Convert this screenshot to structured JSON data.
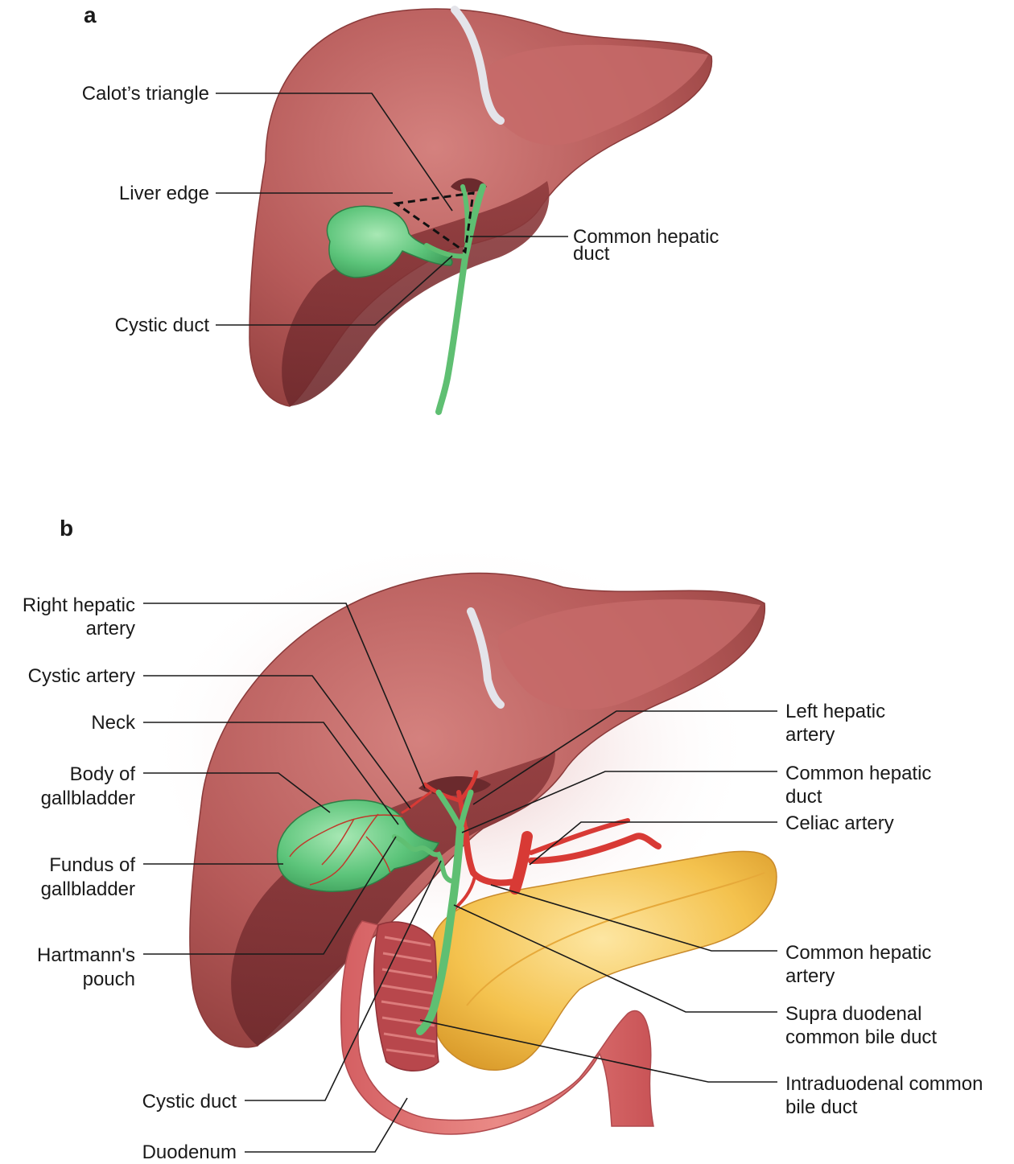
{
  "panels": {
    "a": {
      "letter": "a",
      "labels": {
        "calots_triangle": "Calot’s triangle",
        "liver_edge": "Liver edge",
        "cystic_duct": "Cystic duct",
        "common_hepatic_duct_l1": "Common hepatic",
        "common_hepatic_duct_l2": "duct"
      }
    },
    "b": {
      "letter": "b",
      "labels": {
        "right_hepatic_artery_l1": "Right hepatic",
        "right_hepatic_artery_l2": "artery",
        "cystic_artery": "Cystic artery",
        "neck": "Neck",
        "body_gallbladder_l1": "Body of",
        "body_gallbladder_l2": "gallbladder",
        "fundus_gallbladder_l1": "Fundus of",
        "fundus_gallbladder_l2": "gallbladder",
        "hartmanns_pouch_l1": "Hartmann's",
        "hartmanns_pouch_l2": "pouch",
        "cystic_duct": "Cystic duct",
        "duodenum": "Duodenum",
        "left_hepatic_artery_l1": "Left hepatic",
        "left_hepatic_artery_l2": "artery",
        "common_hepatic_duct_l1": "Common hepatic",
        "common_hepatic_duct_l2": "duct",
        "celiac_artery": "Celiac artery",
        "common_hepatic_artery_l1": "Common hepatic",
        "common_hepatic_artery_l2": "artery",
        "supra_duodenal_cbd_l1": "Supra duodenal",
        "supra_duodenal_cbd_l2": "common bile duct",
        "intraduodenal_cbd_l1": "Intraduodenal common",
        "intraduodenal_cbd_l2": "bile duct"
      }
    }
  },
  "colors": {
    "liver": "#b85a5a",
    "liver_dark": "#8e3a3c",
    "liver_light": "#cf7b78",
    "gallbladder": "#5cc47a",
    "bile_duct": "#5fbf72",
    "artery": "#d83a35",
    "pancreas": "#f2bb3c",
    "duodenum": "#e07070",
    "ligament": "#e3e3e8"
  }
}
